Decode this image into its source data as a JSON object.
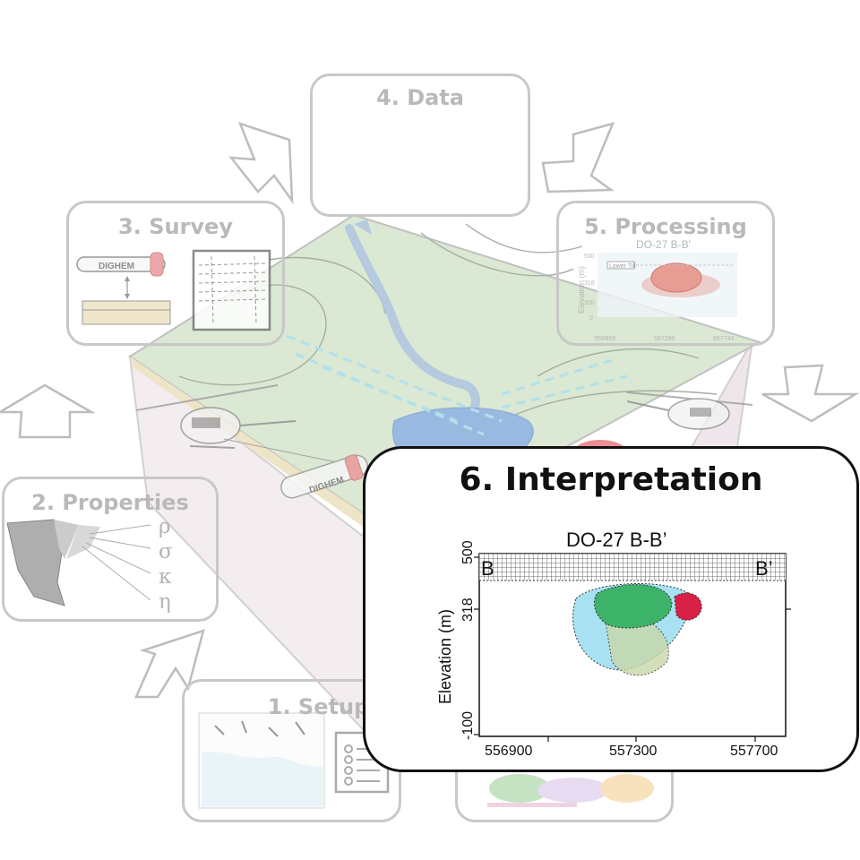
{
  "steps": {
    "setup": "1. Setup",
    "properties": "2. Properties",
    "survey": "3. Survey",
    "data": "4. Data",
    "processing": "5. Processing",
    "interpretation": "6. Interpretation"
  },
  "properties_symbols": [
    "ρ",
    "σ",
    "κ",
    "η"
  ],
  "survey": {
    "instrument": "DIGHEM"
  },
  "scene": {
    "bird_label": "DIGHEM"
  },
  "processing_section": {
    "title": "DO-27 B-B'",
    "ylabel": "Elevation (m)",
    "yticks": [
      "0",
      "200",
      "318",
      "500"
    ],
    "xticks": [
      "556855",
      "557299",
      "557744"
    ],
    "layer_label": "Lower Till"
  },
  "interpretation_section": {
    "title": "DO-27 B-B’",
    "ylabel": "Elevation (m)",
    "yticks": [
      "500",
      "318",
      "-100"
    ],
    "xticks": [
      "556900",
      "557300",
      "557700"
    ],
    "left_marker": "B",
    "right_marker": "B’"
  },
  "colors": {
    "card_border": "#c8c8c8",
    "card_title": "#b9b9b9",
    "interp_border": "#111111",
    "terrain_green": "#d8e6cf",
    "water_blue": "#aec4dc",
    "body_green": "#3db36a",
    "body_red": "#d92046",
    "body_cyan": "#9fdcef"
  }
}
